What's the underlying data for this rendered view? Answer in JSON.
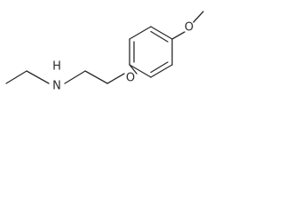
{
  "molecule": {
    "atoms": {
      "nitrogen": {
        "symbol": "N",
        "hydrogen": "H"
      },
      "ether_oxygen": {
        "symbol": "O"
      },
      "methoxy_oxygen": {
        "symbol": "O"
      }
    }
  }
}
